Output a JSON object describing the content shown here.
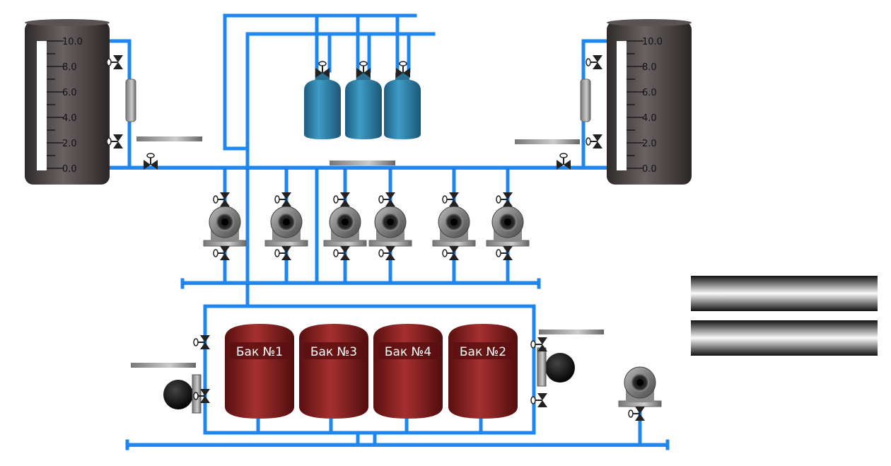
{
  "colors": {
    "pipe": "#1e86f0",
    "pipe_edge": "#0a56b8",
    "column_body": "#4a4444",
    "gas_cylinder": "#2e7fa6",
    "expansion_tank": "#8a1c1e",
    "pump_body": "#7d7d7d",
    "valve": "#222222"
  },
  "level_columns": [
    {
      "id": "left",
      "scale": [
        "10.0",
        "8.0",
        "6.0",
        "4.0",
        "2.0",
        "0.0"
      ]
    },
    {
      "id": "right",
      "scale": [
        "10.0",
        "8.0",
        "6.0",
        "4.0",
        "2.0",
        "0.0"
      ]
    }
  ],
  "expansion_tanks": [
    {
      "label": "Бак №1"
    },
    {
      "label": "Бак №3"
    },
    {
      "label": "Бак №4"
    },
    {
      "label": "Бак №2"
    }
  ],
  "gas_cylinders": 3,
  "circulation_pumps": 6,
  "icons": [
    "pump-icon",
    "valve-icon",
    "gas-cylinder-icon",
    "expansion-tank-icon",
    "level-column-icon",
    "motor-icon"
  ]
}
